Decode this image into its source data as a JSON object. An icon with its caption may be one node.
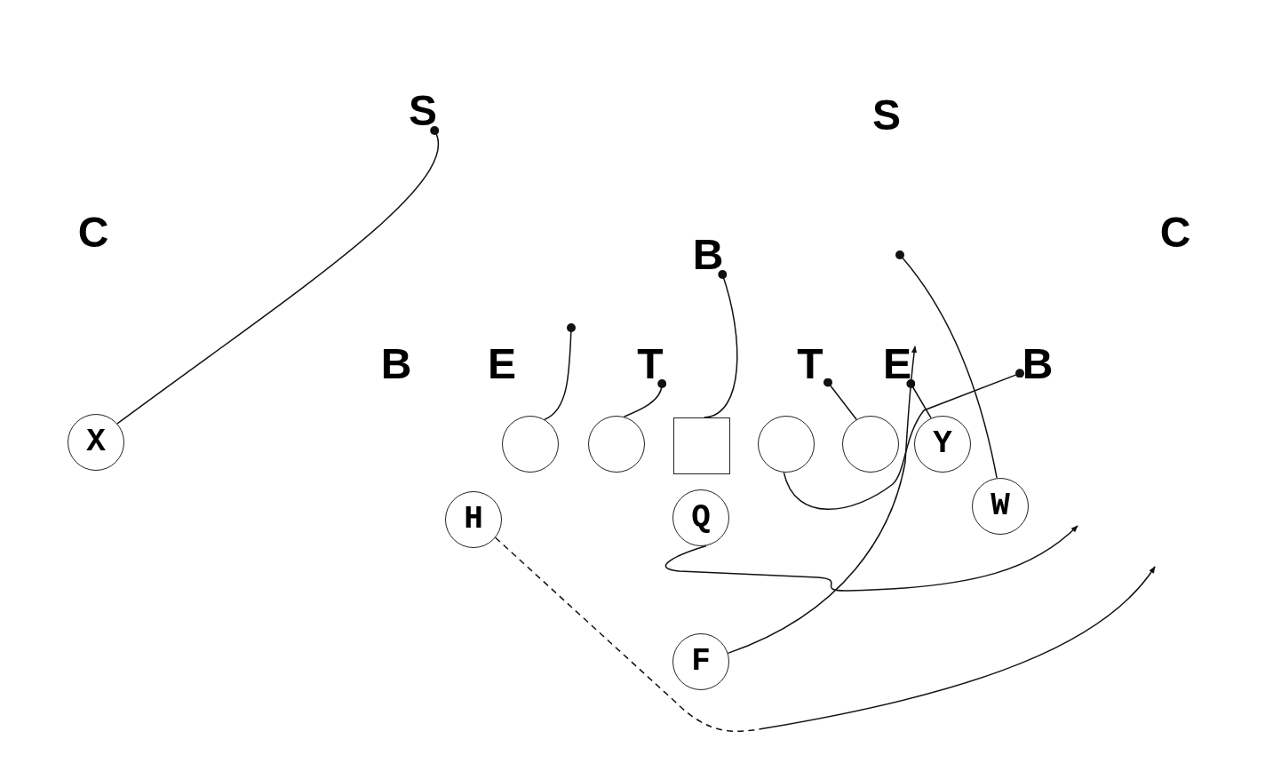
{
  "diagram": {
    "nodes": [
      {
        "text": [
          "S"
        ]
      },
      {
        "text": [
          "S"
        ]
      },
      {
        "text": [
          "C"
        ]
      },
      {
        "text": [
          "C"
        ]
      },
      {
        "text": [
          "B"
        ]
      },
      {
        "text": [
          "B"
        ]
      },
      {
        "text": [
          "E"
        ]
      },
      {
        "text": [
          "T"
        ]
      },
      {
        "text": [
          "T"
        ]
      },
      {
        "text": [
          "E"
        ]
      },
      {
        "text": [
          "B"
        ]
      },
      {
        "text": [
          "X"
        ]
      },
      {
        "text": [],
        "shape": "circle"
      },
      {
        "text": [],
        "shape": "circle"
      },
      {
        "text": [],
        "shape": "box"
      },
      {
        "text": [],
        "shape": "circle"
      },
      {
        "text": [],
        "shape": "circle"
      },
      {
        "text": [
          "Y"
        ]
      },
      {
        "text": [
          "W"
        ]
      },
      {
        "text": [
          "H"
        ]
      },
      {
        "text": [
          "Q"
        ]
      },
      {
        "text": [
          "F"
        ]
      }
    ],
    "edges": [
      {
        "from": 11,
        "to": 0,
        "arrow": "other"
      },
      {
        "from": 12,
        "to": null,
        "arrow": "other"
      },
      {
        "from": 13,
        "to": 7,
        "arrow": "other"
      },
      {
        "from": 14,
        "to": 4,
        "arrow": "other"
      },
      {
        "from": 16,
        "to": 8,
        "arrow": "other"
      },
      {
        "from": 15,
        "to": 10,
        "arrow": "other"
      },
      {
        "from": 17,
        "to": 9,
        "arrow": "other"
      },
      {
        "from": 18,
        "to": null,
        "arrow": "other"
      },
      {
        "from": 21,
        "to": 9,
        "arrow": "to"
      },
      {
        "from": 20,
        "to": null,
        "arrow": "to"
      },
      {
        "from": 19,
        "to": null,
        "arrow": "to",
        "style": "dashed"
      }
    ]
  }
}
